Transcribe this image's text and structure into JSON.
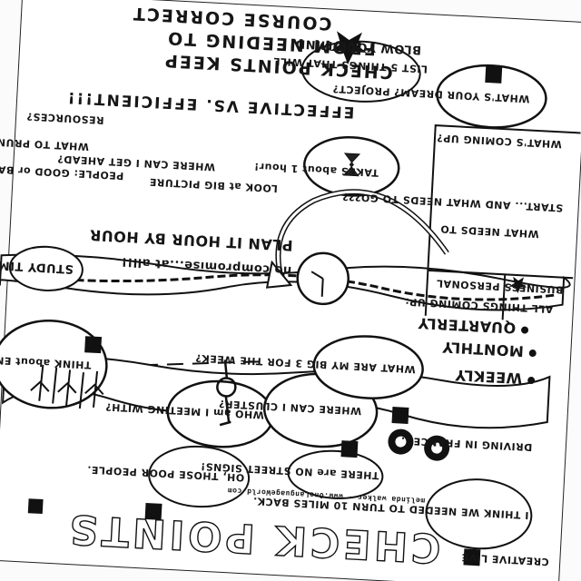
{
  "page": {
    "title": "CHECK POINTS",
    "credit": "melinda walker · www.OneLanguageWorld.com"
  },
  "header": {
    "line1": "CHECK POINTS KEEP",
    "line2": "FROM NEEDING TO",
    "line3": "COURSE CORRECT"
  },
  "banner": {
    "effective": "EFFECTIVE VS. EFFICIENT!!!",
    "no_compromise": "no compromise...at all!!"
  },
  "bubbles": {
    "takes_hour": "TAKES about 1 hour!",
    "whats_your_dream": "WHAT'S YOUR DREAM? PROJECT?",
    "list_things": "LIST 5 THINGS THAT WILL",
    "blow_mind": "BLOW YOUR MIND!",
    "oh_poor_people": "OH, THOSE POOR PEOPLE.",
    "study_time": "STUDY TIME",
    "think_energy": "THINK about ENERGY!",
    "who_meeting": "WHO am I MEETING WITH?",
    "where_cluster": "WHERE CAN I CLUSTER?",
    "big3": "WHAT ARE MY BIG 3 FOR THE WEEK?",
    "street_signs": "THERE are NO STREET SIGNS!",
    "creative_live": "CREATIVE LIVE",
    "turn_back": "I THINK WE NEEDED TO TURN 10 MILES BACK."
  },
  "look": {
    "look_big": "LOOK at BIG PICTURE",
    "where_ahead": "WHERE CAN I GET AHEAD?",
    "people_good": "PEOPLE: GOOD or BAD?",
    "what_prune": "WHAT TO PRUNE?",
    "resources": "RESOURCES?",
    "plan_hour": "PLAN IT HOUR BY HOUR"
  },
  "grid": {
    "whats_coming": "WHAT'S COMING UP?",
    "start_and": "START... AND WHAT NEEDS TO GO???",
    "what_needs": "WHAT NEEDS TO",
    "personal": "PERSONAL",
    "business": "BUSINESS",
    "all_things": "ALL THINGS COMING UP:"
  },
  "cadence": {
    "quarterly": "QUARTERLY",
    "monthly": "MONTHLY",
    "weekly": "WEEKLY",
    "driving": "DRIVING IN FRANCE..."
  }
}
